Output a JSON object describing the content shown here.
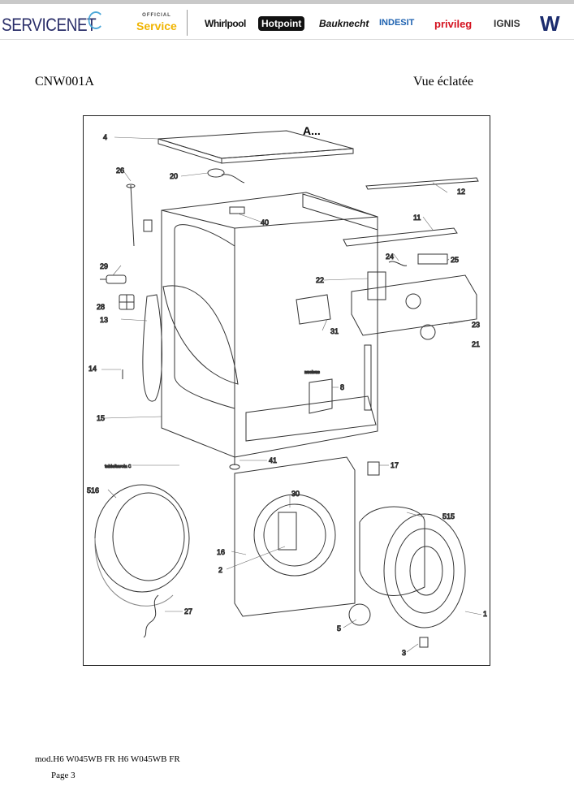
{
  "header": {
    "servicenet_logo": "SERVICENET",
    "official_label": "OFFICIAL",
    "service_label": "Service",
    "brands": [
      "Whirlpool",
      "Hotpoint",
      "Bauknecht",
      "INDESIT",
      "privileg",
      "IGNIS",
      "W"
    ]
  },
  "document": {
    "model": "CNW001A",
    "view_title": "Vue éclatée",
    "section_label": "A...",
    "footer_model": "mod.H6 W045WB FR H6 W045WB FR",
    "footer_page": "Page 3"
  },
  "diagram": {
    "callouts": [
      "4",
      "26",
      "20",
      "40",
      "12",
      "11",
      "24",
      "25",
      "22",
      "23",
      "21",
      "29",
      "28",
      "13",
      "31",
      "14",
      "8",
      "15",
      "41",
      "17",
      "30",
      "516",
      "515",
      "16",
      "2",
      "27",
      "5",
      "1",
      "3"
    ],
    "annotations": [
      "nucleus",
      "table/tavola C"
    ]
  },
  "colors": {
    "line": "#333333",
    "callout": "#555555"
  }
}
